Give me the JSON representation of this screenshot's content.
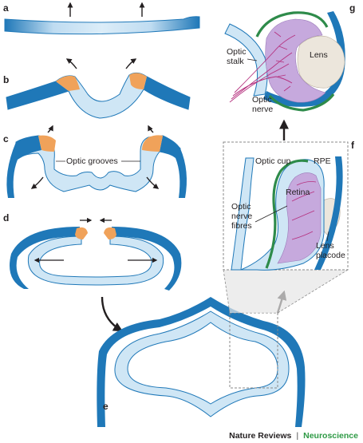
{
  "panels": {
    "a": "a",
    "b": "b",
    "c": "c",
    "d": "d",
    "e": "e",
    "f": "f",
    "g": "g"
  },
  "labels": {
    "optic_grooves": "Optic grooves",
    "optic_cup": "Optic cup",
    "rpe": "RPE",
    "retina": "Retina",
    "optic_nerve_fibres": [
      "Optic",
      "nerve",
      "fibres"
    ],
    "lens_placode": [
      "Lens",
      "placode"
    ],
    "lens": "Lens",
    "optic_stalk": [
      "Optic",
      "stalk"
    ],
    "optic_nerve": [
      "Optic",
      "nerve"
    ]
  },
  "source": {
    "journal": "Nature Reviews",
    "separator": "|",
    "section": "Neuroscience"
  },
  "colors": {
    "neural_dark": "#1f78b8",
    "neural_light": "#cfe6f5",
    "groove_orange": "#f0a25a",
    "retina_purple": "#c6a9dd",
    "rpe_green": "#2e8b4a",
    "lens_beige": "#ece6dc",
    "axon_magenta": "#b5307e",
    "arrow": "#231f20",
    "brand_green": "#2e9a45"
  }
}
